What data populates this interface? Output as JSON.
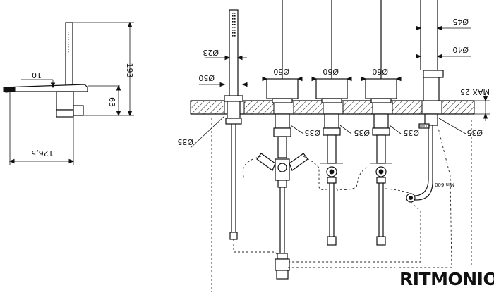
{
  "labels": {
    "side_height": "193",
    "side_depth": "63",
    "side_spout_gap": "10",
    "side_length": "126,5",
    "hand_diam": "Ø23",
    "ring_diam": "Ø50",
    "valve1_diam": "Ø60",
    "valve2_diam": "Ø60",
    "valve3_diam": "Ø60",
    "spout_diam_top": "Ø45",
    "spout_diam_mid": "Ø40",
    "max_thickness": "MAX 25",
    "hole_hand": "Ø35",
    "hole_valve1": "Ø35",
    "hole_valve2": "Ø35",
    "hole_valve3": "Ø35",
    "hole_spout": "Ø35",
    "min_length": "Min 600"
  },
  "brand": "RITMONIO"
}
